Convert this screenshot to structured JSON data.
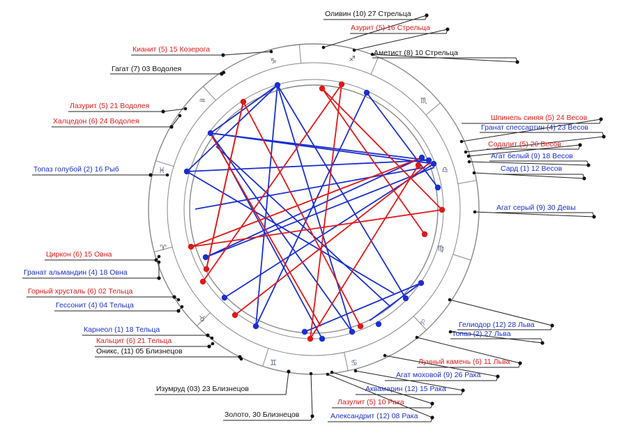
{
  "colors": {
    "red": "#e01818",
    "blue": "#1a2fd0",
    "black": "#111111",
    "ring": "#888888"
  },
  "zodiac_signs": [
    {
      "name": "sagittarius-icon",
      "glyph": "♐"
    },
    {
      "name": "capricorn-icon",
      "glyph": "♑"
    },
    {
      "name": "scorpio-icon",
      "glyph": "♏"
    },
    {
      "name": "aquarius-icon",
      "glyph": "♒"
    },
    {
      "name": "libra-icon",
      "glyph": "♎"
    },
    {
      "name": "pisces-icon",
      "glyph": "♓"
    },
    {
      "name": "virgo-icon",
      "glyph": "♍"
    },
    {
      "name": "aries-icon",
      "glyph": "♈"
    },
    {
      "name": "leo-icon",
      "glyph": "♌"
    },
    {
      "name": "taurus-icon",
      "glyph": "♉"
    },
    {
      "name": "cancer-icon",
      "glyph": "♋"
    },
    {
      "name": "gemini-icon",
      "glyph": "♊"
    }
  ],
  "labels": [
    {
      "text": "Оливин (10) 27 Стрельца",
      "color": "black"
    },
    {
      "text": "Азурит (5) 16 Стрельца",
      "color": "red"
    },
    {
      "text": "Кианит (5) 15 Козерога",
      "color": "red"
    },
    {
      "text": "Аметист (8) 10 Стрельца",
      "color": "black"
    },
    {
      "text": "Гагат (7) 03 Водолея",
      "color": "black"
    },
    {
      "text": "Лазурит (5) 21 Водолея",
      "color": "red"
    },
    {
      "text": "Халцедон (6) 24 Водолея",
      "color": "red"
    },
    {
      "text": "Шпинель синяя (5) 24 Весов",
      "color": "red"
    },
    {
      "text": "Гранат спессартин (4) 23 Весов",
      "color": "blue"
    },
    {
      "text": "Содалит (5) 20 Весов",
      "color": "red"
    },
    {
      "text": "Агат белый (9) 18 Весов",
      "color": "blue"
    },
    {
      "text": "Топаз голубой (2) 16 Рыб",
      "color": "blue"
    },
    {
      "text": "Сард (1) 12 Весов",
      "color": "blue"
    },
    {
      "text": "Агат серый (9) 30 Девы",
      "color": "blue"
    },
    {
      "text": "Циркон (6) 15 Овна",
      "color": "red"
    },
    {
      "text": "Гранат альмандин (4) 18 Овна",
      "color": "blue"
    },
    {
      "text": "Горный хрусталь (6) 02 Тельца",
      "color": "red"
    },
    {
      "text": "Гессонит (4) 04 Тельца",
      "color": "blue"
    },
    {
      "text": "Гелиодор (12) 28 Льва",
      "color": "blue"
    },
    {
      "text": "Топаз (2) 27 Льва",
      "color": "blue"
    },
    {
      "text": "Карнеол (1) 18 Тельца",
      "color": "blue"
    },
    {
      "text": "Кальцит (6) 21 Тельца",
      "color": "red"
    },
    {
      "text": "Оникс, (11) 05 Близнецов",
      "color": "black"
    },
    {
      "text": "Лунный камень (6) 11 Льва",
      "color": "red"
    },
    {
      "text": "Агат моховой (9) 26 Рака",
      "color": "blue"
    },
    {
      "text": "Аквамарин (12) 15 Рака",
      "color": "blue"
    },
    {
      "text": "Изумруд (03) 23 Близнецов",
      "color": "black"
    },
    {
      "text": "Лазулит (5) 10 Рака",
      "color": "red"
    },
    {
      "text": "Золото, 30 Близнецов",
      "color": "black"
    },
    {
      "text": "Александрит (12) 08 Рака",
      "color": "blue"
    }
  ]
}
